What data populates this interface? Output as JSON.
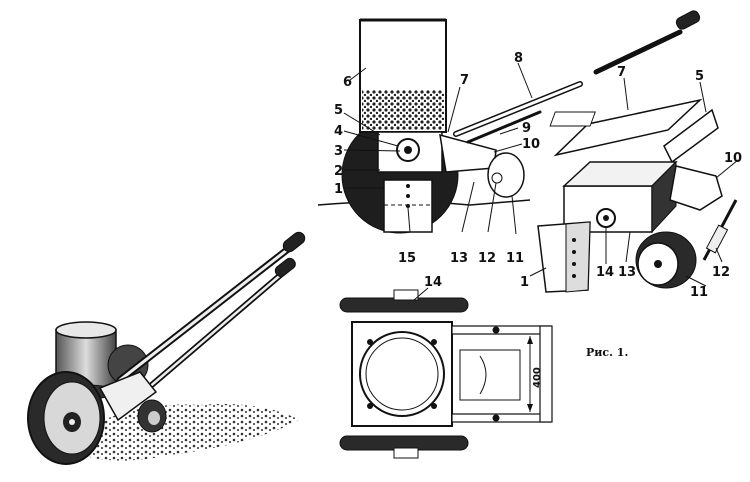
{
  "figure": {
    "caption": "Рис. 1.",
    "dimension": "400",
    "parts": [
      "1",
      "2",
      "3",
      "4",
      "5",
      "6",
      "7",
      "8",
      "9",
      "10",
      "11",
      "12",
      "13",
      "14",
      "15"
    ]
  },
  "labels": {
    "side": [
      {
        "id": "l6",
        "text": "6"
      },
      {
        "id": "l5",
        "text": "5"
      },
      {
        "id": "l4",
        "text": "4"
      },
      {
        "id": "l3",
        "text": "3"
      },
      {
        "id": "l2",
        "text": "2"
      },
      {
        "id": "l1",
        "text": "1"
      },
      {
        "id": "l7",
        "text": "7"
      },
      {
        "id": "l8",
        "text": "8"
      },
      {
        "id": "l9",
        "text": "9"
      },
      {
        "id": "l10",
        "text": "10"
      },
      {
        "id": "l13",
        "text": "13"
      },
      {
        "id": "l12",
        "text": "12"
      },
      {
        "id": "l11",
        "text": "11"
      },
      {
        "id": "l15",
        "text": "15"
      }
    ],
    "exploded": [
      {
        "id": "e7",
        "text": "7"
      },
      {
        "id": "e5",
        "text": "5"
      },
      {
        "id": "e10",
        "text": "10"
      },
      {
        "id": "e1",
        "text": "1"
      },
      {
        "id": "e14",
        "text": "14"
      },
      {
        "id": "e13",
        "text": "13"
      },
      {
        "id": "e12",
        "text": "12"
      },
      {
        "id": "e11",
        "text": "11"
      }
    ],
    "plan": [
      {
        "id": "p14",
        "text": "14"
      }
    ]
  }
}
